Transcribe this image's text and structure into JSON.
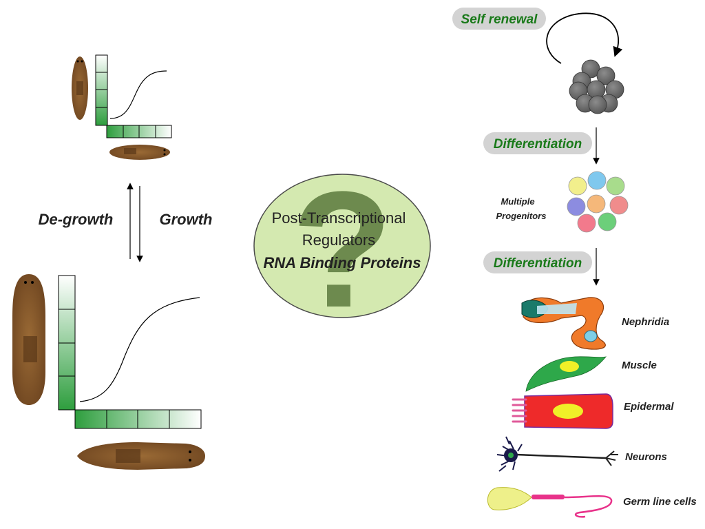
{
  "center": {
    "question_mark": "?",
    "line1": "Post-Transcriptional",
    "line2": "Regulators",
    "line3": "RNA Binding Proteins"
  },
  "left": {
    "degrowth_label": "De-growth",
    "growth_label": "Growth"
  },
  "right": {
    "self_renewal": "Self renewal",
    "differentiation_1": "Differentiation",
    "multiple_line1": "Multiple",
    "multiple_line2": "Progenitors",
    "differentiation_2": "Differentiation",
    "cell_types": [
      {
        "label": "Nephridia"
      },
      {
        "label": "Muscle"
      },
      {
        "label": "Epidermal"
      },
      {
        "label": "Neurons"
      },
      {
        "label": "Germ line cells"
      }
    ]
  },
  "colors": {
    "pill_bg": "#d3d3d3",
    "pill_text": "#1a7a1a",
    "center_ellipse": "#d4e9b0",
    "question_mark": "#5c7a3d",
    "worm_brown": "#8a5a2b",
    "green_bar": "#2e9e3e",
    "stem_cell_gray": "#6d6d6d"
  }
}
